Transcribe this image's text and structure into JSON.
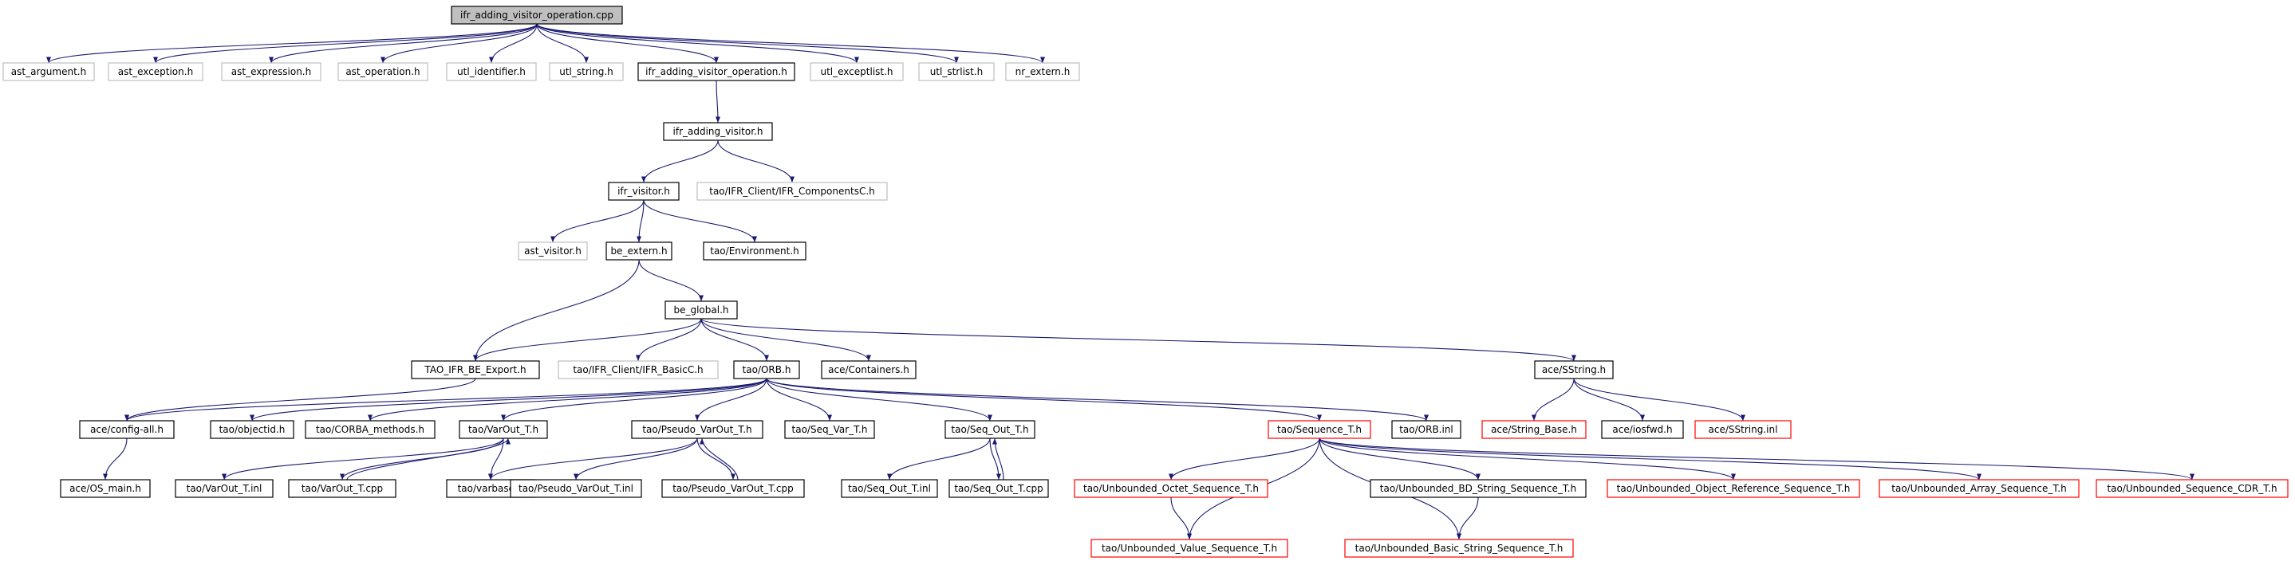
{
  "colors": {
    "edge": "#191970",
    "root_fill": "#bfbfbf",
    "node_border": "#000000",
    "external_border": "#bfbfbf",
    "truncated_border": "#ff0000",
    "text": "#000000",
    "background": "#ffffff"
  },
  "nodes": [
    {
      "id": "root",
      "label": "ifr_adding_visitor_operation.cpp",
      "style": "root"
    },
    {
      "id": "ast_argument",
      "label": "ast_argument.h",
      "style": "external"
    },
    {
      "id": "ast_exception",
      "label": "ast_exception.h",
      "style": "external"
    },
    {
      "id": "ast_expression",
      "label": "ast_expression.h",
      "style": "external"
    },
    {
      "id": "ast_operation",
      "label": "ast_operation.h",
      "style": "external"
    },
    {
      "id": "utl_identifier",
      "label": "utl_identifier.h",
      "style": "external"
    },
    {
      "id": "utl_string",
      "label": "utl_string.h",
      "style": "external"
    },
    {
      "id": "ifr_avo_h",
      "label": "ifr_adding_visitor_operation.h",
      "style": "normal"
    },
    {
      "id": "utl_exceptlist",
      "label": "utl_exceptlist.h",
      "style": "external"
    },
    {
      "id": "utl_strlist",
      "label": "utl_strlist.h",
      "style": "external"
    },
    {
      "id": "nr_extern",
      "label": "nr_extern.h",
      "style": "external"
    },
    {
      "id": "ifr_adding_visitor",
      "label": "ifr_adding_visitor.h",
      "style": "normal"
    },
    {
      "id": "ifr_visitor",
      "label": "ifr_visitor.h",
      "style": "normal"
    },
    {
      "id": "ifr_componentsC",
      "label": "tao/IFR_Client/IFR_ComponentsC.h",
      "style": "external"
    },
    {
      "id": "ast_visitor",
      "label": "ast_visitor.h",
      "style": "external"
    },
    {
      "id": "be_extern",
      "label": "be_extern.h",
      "style": "normal"
    },
    {
      "id": "environment",
      "label": "tao/Environment.h",
      "style": "normal"
    },
    {
      "id": "be_global",
      "label": "be_global.h",
      "style": "normal"
    },
    {
      "id": "tao_ifr_be_export",
      "label": "TAO_IFR_BE_Export.h",
      "style": "normal"
    },
    {
      "id": "ifr_basicC",
      "label": "tao/IFR_Client/IFR_BasicC.h",
      "style": "external"
    },
    {
      "id": "orb_h",
      "label": "tao/ORB.h",
      "style": "normal"
    },
    {
      "id": "containers",
      "label": "ace/Containers.h",
      "style": "normal"
    },
    {
      "id": "sstring_h",
      "label": "ace/SString.h",
      "style": "normal"
    },
    {
      "id": "config_all",
      "label": "ace/config-all.h",
      "style": "normal"
    },
    {
      "id": "objectid",
      "label": "tao/objectid.h",
      "style": "normal"
    },
    {
      "id": "corba_methods",
      "label": "tao/CORBA_methods.h",
      "style": "normal"
    },
    {
      "id": "varout_h",
      "label": "tao/VarOut_T.h",
      "style": "normal"
    },
    {
      "id": "pseudo_varout_h",
      "label": "tao/Pseudo_VarOut_T.h",
      "style": "normal"
    },
    {
      "id": "seq_var",
      "label": "tao/Seq_Var_T.h",
      "style": "normal"
    },
    {
      "id": "seq_out_h",
      "label": "tao/Seq_Out_T.h",
      "style": "normal"
    },
    {
      "id": "sequence_t",
      "label": "tao/Sequence_T.h",
      "style": "truncated"
    },
    {
      "id": "orb_inl",
      "label": "tao/ORB.inl",
      "style": "normal"
    },
    {
      "id": "string_base",
      "label": "ace/String_Base.h",
      "style": "truncated"
    },
    {
      "id": "iosfwd",
      "label": "ace/iosfwd.h",
      "style": "normal"
    },
    {
      "id": "sstring_inl",
      "label": "ace/SString.inl",
      "style": "truncated"
    },
    {
      "id": "os_main",
      "label": "ace/OS_main.h",
      "style": "normal"
    },
    {
      "id": "varout_inl",
      "label": "tao/VarOut_T.inl",
      "style": "normal"
    },
    {
      "id": "varout_cpp",
      "label": "tao/VarOut_T.cpp",
      "style": "normal"
    },
    {
      "id": "varbase",
      "label": "tao/varbase.h",
      "style": "normal"
    },
    {
      "id": "pseudo_varout_inl",
      "label": "tao/Pseudo_VarOut_T.inl",
      "style": "normal"
    },
    {
      "id": "pseudo_varout_cpp",
      "label": "tao/Pseudo_VarOut_T.cpp",
      "style": "normal"
    },
    {
      "id": "seq_out_inl",
      "label": "tao/Seq_Out_T.inl",
      "style": "normal"
    },
    {
      "id": "seq_out_cpp",
      "label": "tao/Seq_Out_T.cpp",
      "style": "normal"
    },
    {
      "id": "unb_octet",
      "label": "tao/Unbounded_Octet_Sequence_T.h",
      "style": "truncated"
    },
    {
      "id": "unb_bd_string",
      "label": "tao/Unbounded_BD_String_Sequence_T.h",
      "style": "normal"
    },
    {
      "id": "unb_objref",
      "label": "tao/Unbounded_Object_Reference_Sequence_T.h",
      "style": "truncated"
    },
    {
      "id": "unb_array",
      "label": "tao/Unbounded_Array_Sequence_T.h",
      "style": "truncated"
    },
    {
      "id": "unb_cdr",
      "label": "tao/Unbounded_Sequence_CDR_T.h",
      "style": "truncated"
    },
    {
      "id": "unb_value",
      "label": "tao/Unbounded_Value_Sequence_T.h",
      "style": "truncated"
    },
    {
      "id": "unb_basic_string",
      "label": "tao/Unbounded_Basic_String_Sequence_T.h",
      "style": "truncated"
    }
  ],
  "edges": [
    [
      "root",
      "ast_argument"
    ],
    [
      "root",
      "ast_exception"
    ],
    [
      "root",
      "ast_expression"
    ],
    [
      "root",
      "ast_operation"
    ],
    [
      "root",
      "utl_identifier"
    ],
    [
      "root",
      "utl_string"
    ],
    [
      "root",
      "ifr_avo_h"
    ],
    [
      "root",
      "utl_exceptlist"
    ],
    [
      "root",
      "utl_strlist"
    ],
    [
      "root",
      "nr_extern"
    ],
    [
      "ifr_avo_h",
      "ifr_adding_visitor"
    ],
    [
      "ifr_adding_visitor",
      "ifr_visitor"
    ],
    [
      "ifr_adding_visitor",
      "ifr_componentsC"
    ],
    [
      "ifr_visitor",
      "ast_visitor"
    ],
    [
      "ifr_visitor",
      "be_extern"
    ],
    [
      "ifr_visitor",
      "environment"
    ],
    [
      "be_extern",
      "be_global"
    ],
    [
      "be_extern",
      "tao_ifr_be_export"
    ],
    [
      "be_global",
      "tao_ifr_be_export"
    ],
    [
      "be_global",
      "ifr_basicC"
    ],
    [
      "be_global",
      "orb_h"
    ],
    [
      "be_global",
      "containers"
    ],
    [
      "be_global",
      "sstring_h"
    ],
    [
      "tao_ifr_be_export",
      "config_all"
    ],
    [
      "orb_h",
      "config_all"
    ],
    [
      "orb_h",
      "objectid"
    ],
    [
      "orb_h",
      "corba_methods"
    ],
    [
      "orb_h",
      "varout_h"
    ],
    [
      "orb_h",
      "pseudo_varout_h"
    ],
    [
      "orb_h",
      "seq_var"
    ],
    [
      "orb_h",
      "seq_out_h"
    ],
    [
      "orb_h",
      "sequence_t"
    ],
    [
      "orb_h",
      "orb_inl"
    ],
    [
      "sstring_h",
      "string_base"
    ],
    [
      "sstring_h",
      "iosfwd"
    ],
    [
      "sstring_h",
      "sstring_inl"
    ],
    [
      "config_all",
      "os_main"
    ],
    [
      "varout_h",
      "varout_inl"
    ],
    [
      "varout_h",
      "varout_cpp"
    ],
    [
      "varout_cpp",
      "varout_h"
    ],
    [
      "pseudo_varout_h",
      "varbase"
    ],
    [
      "pseudo_varout_h",
      "pseudo_varout_inl"
    ],
    [
      "pseudo_varout_h",
      "pseudo_varout_cpp"
    ],
    [
      "pseudo_varout_cpp",
      "pseudo_varout_h"
    ],
    [
      "varout_h",
      "varbase"
    ],
    [
      "seq_out_h",
      "seq_out_inl"
    ],
    [
      "seq_out_h",
      "seq_out_cpp"
    ],
    [
      "seq_out_cpp",
      "seq_out_h"
    ],
    [
      "sequence_t",
      "unb_octet"
    ],
    [
      "sequence_t",
      "unb_bd_string"
    ],
    [
      "sequence_t",
      "unb_objref"
    ],
    [
      "sequence_t",
      "unb_array"
    ],
    [
      "sequence_t",
      "unb_cdr"
    ],
    [
      "sequence_t",
      "unb_value"
    ],
    [
      "sequence_t",
      "unb_basic_string"
    ],
    [
      "unb_octet",
      "unb_value"
    ],
    [
      "unb_bd_string",
      "unb_basic_string"
    ]
  ]
}
